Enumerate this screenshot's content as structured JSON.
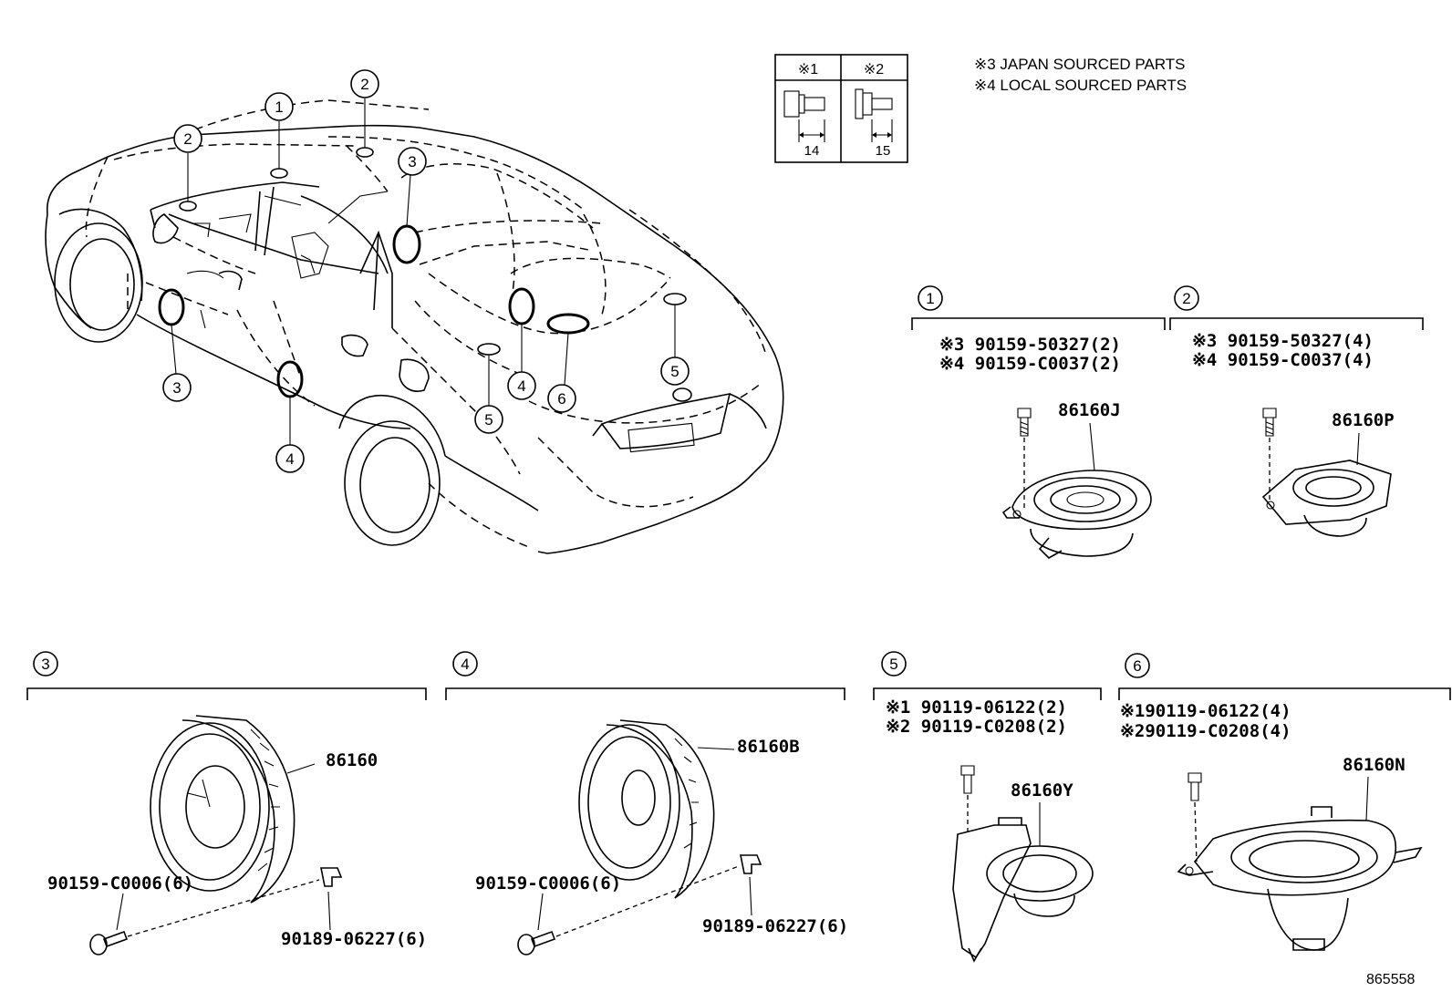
{
  "legend": {
    "col1_header": "※1",
    "col2_header": "※2",
    "col1_value": "14",
    "col2_value": "15"
  },
  "notes": [
    "※3 JAPAN SOURCED PARTS",
    "※4 LOCAL SOURCED PARTS"
  ],
  "car_callouts": [
    "1",
    "2",
    "2",
    "3",
    "3",
    "4",
    "4",
    "5",
    "5",
    "6"
  ],
  "groups": [
    {
      "index": "1",
      "part": "86160J",
      "fasteners": [
        "※3 90159-50327(2)",
        "※4 90159-C0037(2)"
      ]
    },
    {
      "index": "2",
      "part": "86160P",
      "fasteners": [
        "※3 90159-50327(4)",
        "※4 90159-C0037(4)"
      ]
    },
    {
      "index": "3",
      "part": "86160",
      "fasteners": [
        "90159-C0006(6)",
        "90189-06227(6)"
      ]
    },
    {
      "index": "4",
      "part": "86160B",
      "fasteners": [
        "90159-C0006(6)",
        "90189-06227(6)"
      ]
    },
    {
      "index": "5",
      "part": "86160Y",
      "fasteners": [
        "※1 90119-06122(2)",
        "※2 90119-C0208(2)"
      ]
    },
    {
      "index": "6",
      "part": "86160N",
      "fasteners": [
        "※190119-06122(4)",
        "※290119-C0208(4)"
      ]
    }
  ],
  "figure_id": "865558"
}
